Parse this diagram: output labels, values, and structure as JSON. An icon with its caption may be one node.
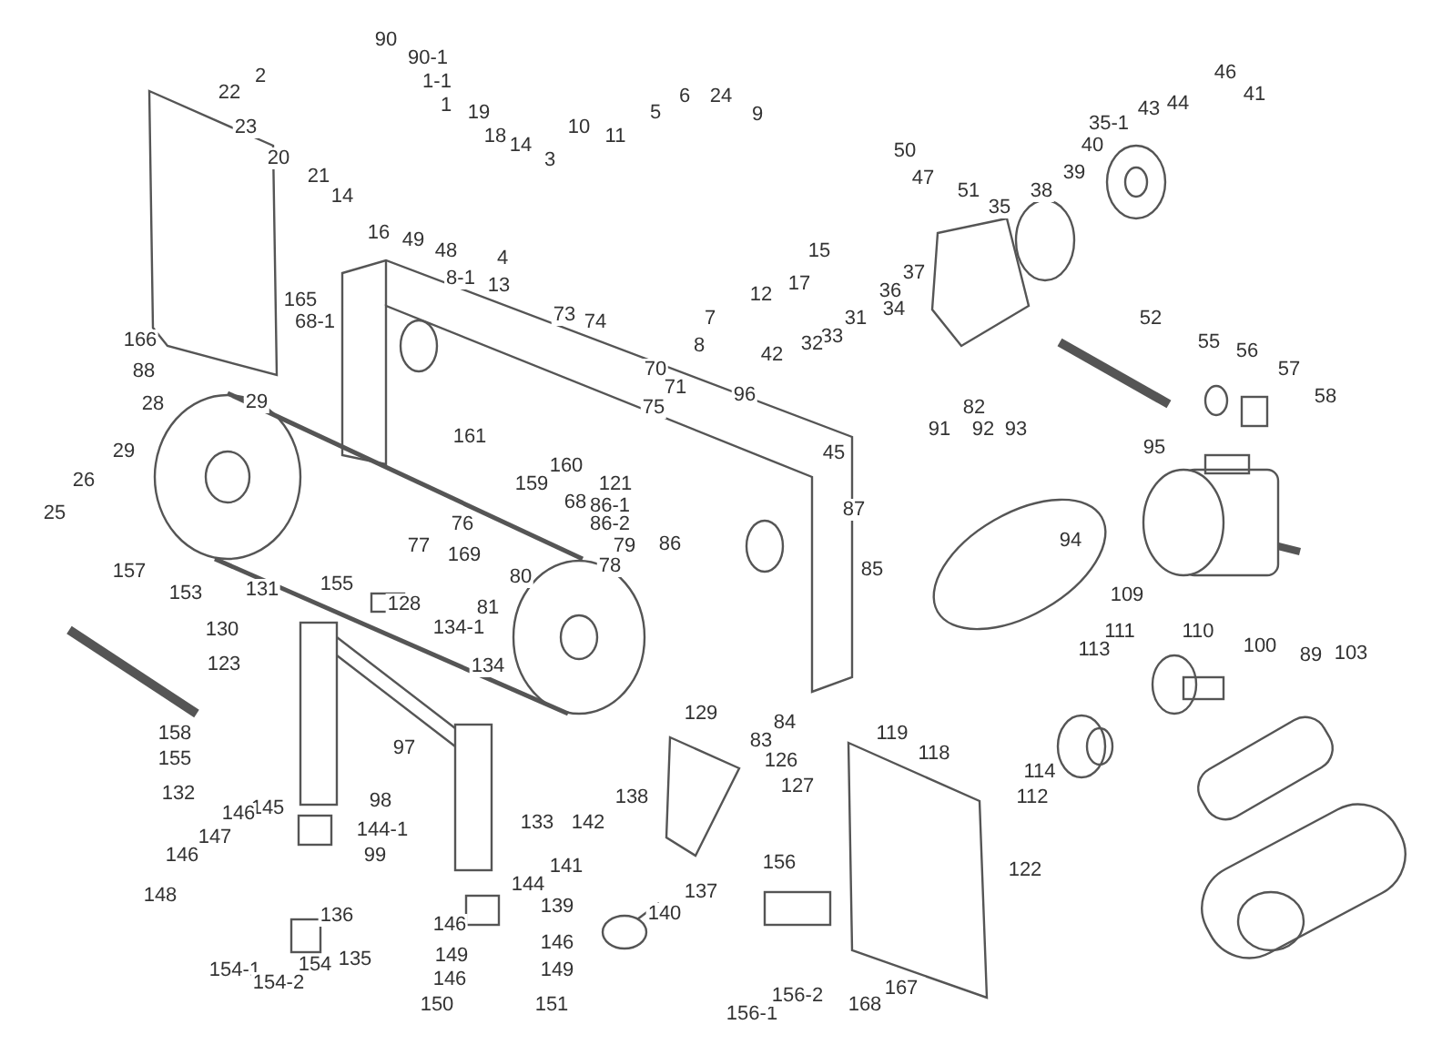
{
  "diagram": {
    "labels": [
      "90",
      "90-1",
      "2",
      "22",
      "1-1",
      "1",
      "19",
      "18",
      "14",
      "10",
      "11",
      "5",
      "6",
      "24",
      "9",
      "46",
      "41",
      "43",
      "44",
      "35-1",
      "23",
      "20",
      "21",
      "14",
      "50",
      "47",
      "51",
      "40",
      "39",
      "38",
      "35",
      "3",
      "16",
      "49",
      "48",
      "4",
      "15",
      "8-1",
      "12",
      "17",
      "37",
      "36",
      "34",
      "13",
      "73",
      "74",
      "7",
      "31",
      "33",
      "32",
      "42",
      "52",
      "165",
      "8",
      "70",
      "166",
      "68-1",
      "71",
      "88",
      "96",
      "75",
      "82",
      "92",
      "93",
      "91",
      "55",
      "56",
      "57",
      "58",
      "45",
      "95",
      "28",
      "29",
      "161",
      "160",
      "159",
      "68",
      "121",
      "86-1",
      "86-2",
      "86",
      "79",
      "78",
      "87",
      "29",
      "26",
      "25",
      "157",
      "76",
      "77",
      "169",
      "94",
      "85",
      "80",
      "81",
      "109",
      "153",
      "131",
      "155",
      "128",
      "134-1",
      "130",
      "134",
      "111",
      "110",
      "100",
      "113",
      "123",
      "89",
      "103",
      "119",
      "118",
      "129",
      "84",
      "83",
      "158",
      "155",
      "97",
      "114",
      "112",
      "126",
      "127",
      "132",
      "145",
      "98",
      "144-1",
      "138",
      "146",
      "147",
      "146",
      "99",
      "133",
      "142",
      "122",
      "156",
      "141",
      "144",
      "136",
      "148",
      "139",
      "137",
      "140",
      "146",
      "146",
      "149",
      "149",
      "154",
      "135",
      "154-1",
      "154-2",
      "146",
      "150",
      "151",
      "156-1",
      "156-2",
      "168",
      "167"
    ]
  }
}
